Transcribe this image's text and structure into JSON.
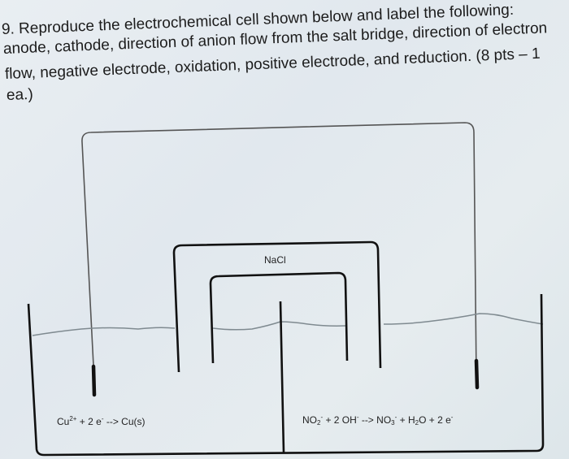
{
  "question": {
    "lines": [
      "9.  Reproduce the electrochemical cell shown below and label the following:",
      "anode, cathode, direction of anion flow from the salt bridge, direction of electron",
      "flow, negative electrode, oxidation, positive electrode, and reduction.  (8 pts – 1",
      "ea.)"
    ]
  },
  "diagram": {
    "salt_bridge_label": "NaCl",
    "left_half_reaction": {
      "reactant": "Cu",
      "reactant_charge": "2+",
      "plus1": " + 2 e",
      "electron_charge": "-",
      "arrow": " --> ",
      "product": "Cu(s)"
    },
    "right_half_reaction": {
      "r1": "NO",
      "r1_sub": "2",
      "r1_charge": "-",
      "plus1": " + 2 OH",
      "oh_charge": "-",
      "arrow": " --> ",
      "p1": "NO",
      "p1_sub": "3",
      "p1_charge": "-",
      "plus2": " + H",
      "h_sub": "2",
      "p2_rest": "O + 2 e",
      "e_charge": "-"
    },
    "colors": {
      "line": "#111111",
      "wire": "#555555",
      "solution_surface": "#7f8a90"
    }
  }
}
